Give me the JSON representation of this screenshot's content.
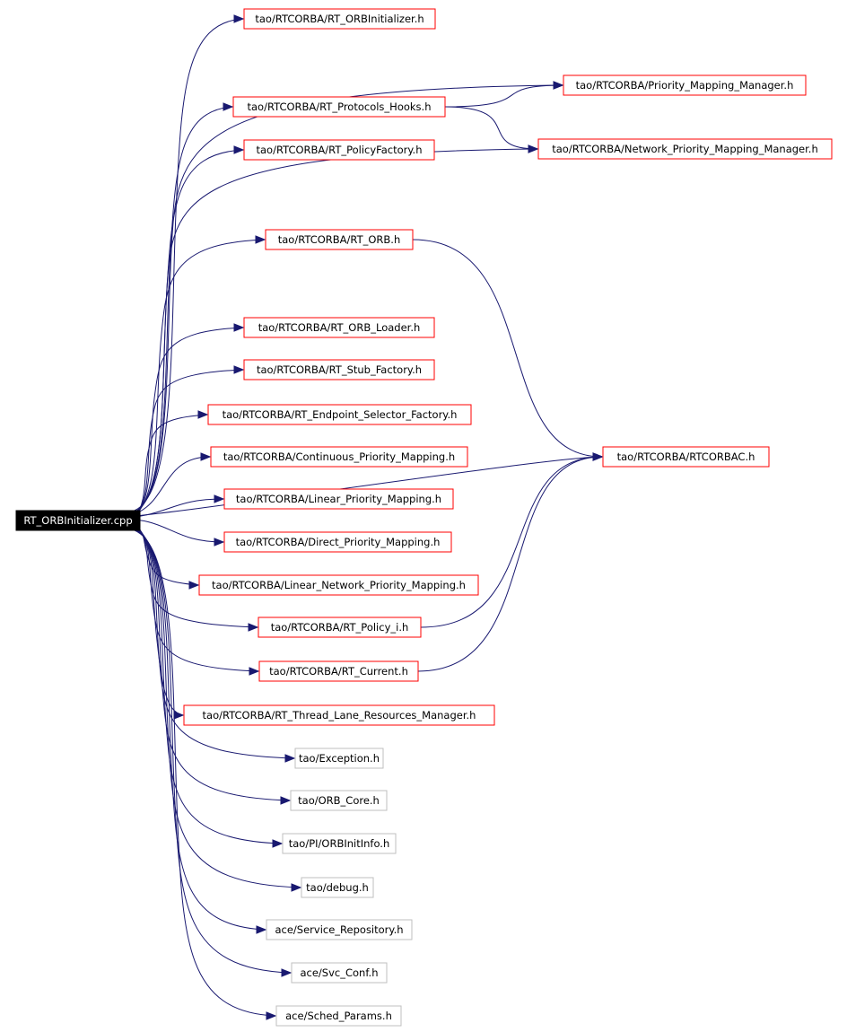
{
  "graph": {
    "root": {
      "id": "root",
      "label": "RT_ORBInitializer.cpp"
    },
    "nodes": [
      {
        "id": "n_orbinit",
        "label": "tao/RTCORBA/RT_ORBInitializer.h",
        "style": "red"
      },
      {
        "id": "n_pmm",
        "label": "tao/RTCORBA/Priority_Mapping_Manager.h",
        "style": "red"
      },
      {
        "id": "n_hooks",
        "label": "tao/RTCORBA/RT_Protocols_Hooks.h",
        "style": "red"
      },
      {
        "id": "n_nwpmm",
        "label": "tao/RTCORBA/Network_Priority_Mapping_Manager.h",
        "style": "red"
      },
      {
        "id": "n_pfact",
        "label": "tao/RTCORBA/RT_PolicyFactory.h",
        "style": "red"
      },
      {
        "id": "n_rtorb",
        "label": "tao/RTCORBA/RT_ORB.h",
        "style": "red"
      },
      {
        "id": "n_loader",
        "label": "tao/RTCORBA/RT_ORB_Loader.h",
        "style": "red"
      },
      {
        "id": "n_stub",
        "label": "tao/RTCORBA/RT_Stub_Factory.h",
        "style": "red"
      },
      {
        "id": "n_epsel",
        "label": "tao/RTCORBA/RT_Endpoint_Selector_Factory.h",
        "style": "red"
      },
      {
        "id": "n_rtcorbac",
        "label": "tao/RTCORBA/RTCORBAC.h",
        "style": "red"
      },
      {
        "id": "n_contpm",
        "label": "tao/RTCORBA/Continuous_Priority_Mapping.h",
        "style": "red"
      },
      {
        "id": "n_linpm",
        "label": "tao/RTCORBA/Linear_Priority_Mapping.h",
        "style": "red"
      },
      {
        "id": "n_dirpm",
        "label": "tao/RTCORBA/Direct_Priority_Mapping.h",
        "style": "red"
      },
      {
        "id": "n_linnpm",
        "label": "tao/RTCORBA/Linear_Network_Priority_Mapping.h",
        "style": "red"
      },
      {
        "id": "n_policy",
        "label": "tao/RTCORBA/RT_Policy_i.h",
        "style": "red"
      },
      {
        "id": "n_current",
        "label": "tao/RTCORBA/RT_Current.h",
        "style": "red"
      },
      {
        "id": "n_tlrm",
        "label": "tao/RTCORBA/RT_Thread_Lane_Resources_Manager.h",
        "style": "red"
      },
      {
        "id": "n_exc",
        "label": "tao/Exception.h",
        "style": "gray"
      },
      {
        "id": "n_orbcore",
        "label": "tao/ORB_Core.h",
        "style": "gray"
      },
      {
        "id": "n_pii",
        "label": "tao/PI/ORBInitInfo.h",
        "style": "gray"
      },
      {
        "id": "n_debug",
        "label": "tao/debug.h",
        "style": "gray"
      },
      {
        "id": "n_svcrep",
        "label": "ace/Service_Repository.h",
        "style": "gray"
      },
      {
        "id": "n_svcconf",
        "label": "ace/Svc_Conf.h",
        "style": "gray"
      },
      {
        "id": "n_sched",
        "label": "ace/Sched_Params.h",
        "style": "gray"
      }
    ],
    "edges": [
      [
        "root",
        "n_orbinit"
      ],
      [
        "root",
        "n_pmm"
      ],
      [
        "root",
        "n_hooks"
      ],
      [
        "root",
        "n_pfact"
      ],
      [
        "root",
        "n_nwpmm"
      ],
      [
        "root",
        "n_rtorb"
      ],
      [
        "root",
        "n_rtcorbac"
      ],
      [
        "root",
        "n_loader"
      ],
      [
        "root",
        "n_stub"
      ],
      [
        "root",
        "n_epsel"
      ],
      [
        "root",
        "n_contpm"
      ],
      [
        "root",
        "n_linpm"
      ],
      [
        "root",
        "n_dirpm"
      ],
      [
        "root",
        "n_linnpm"
      ],
      [
        "root",
        "n_policy"
      ],
      [
        "root",
        "n_current"
      ],
      [
        "root",
        "n_tlrm"
      ],
      [
        "root",
        "n_exc"
      ],
      [
        "root",
        "n_orbcore"
      ],
      [
        "root",
        "n_pii"
      ],
      [
        "root",
        "n_debug"
      ],
      [
        "root",
        "n_svcrep"
      ],
      [
        "root",
        "n_svcconf"
      ],
      [
        "root",
        "n_sched"
      ],
      [
        "n_hooks",
        "n_pmm"
      ],
      [
        "n_hooks",
        "n_nwpmm"
      ],
      [
        "n_rtorb",
        "n_rtcorbac"
      ],
      [
        "n_policy",
        "n_rtcorbac"
      ],
      [
        "n_current",
        "n_rtcorbac"
      ]
    ]
  }
}
